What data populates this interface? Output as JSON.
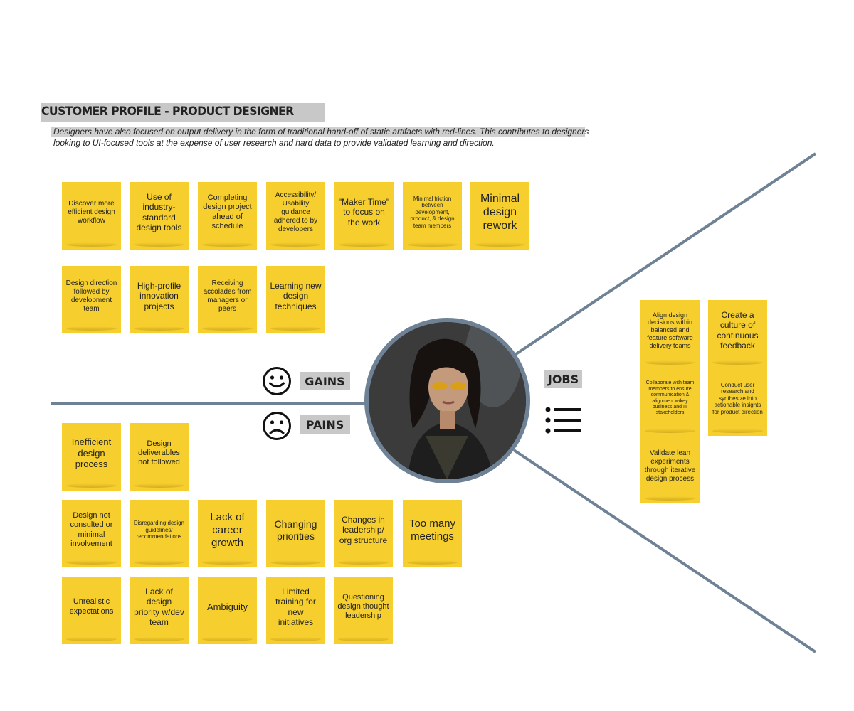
{
  "header": {
    "title": "CUSTOMER PROFILE - PRODUCT DESIGNER",
    "description": "Designers have also focused on output delivery in the form of traditional hand-off of static artifacts with red-lines. This contributes to designers looking to UI-focused tools at the expense of user research and hard data to provide validated learning and direction."
  },
  "labels": {
    "gains": "GAINS",
    "pains": "PAINS",
    "jobs": "JOBS"
  },
  "icons": {
    "gains": "smiley-face-icon",
    "pains": "frown-face-icon",
    "jobs": "bulleted-list-icon"
  },
  "colors": {
    "note": "#f6cf2e",
    "connector": "#6f8295",
    "label_bg": "#c8c8c8"
  },
  "gains": [
    "Discover more efficient design workflow",
    "Use of industry-standard design tools",
    "Completing design project ahead of schedule",
    "Accessibility/ Usability guidance adhered to by developers",
    "\"Maker Time\" to focus on the work",
    "Minimal friction between development, product, & design team members",
    "Minimal design rework",
    "Design direction followed by development team",
    "High-profile innovation projects",
    "Receiving accolades from managers or peers",
    "Learning new design techniques"
  ],
  "pains": [
    "Inefficient design process",
    "Design deliverables not followed",
    "Design not consulted or minimal involvement",
    "Disregarding design guidelines/ recommendations",
    "Lack of career growth",
    "Changing priorities",
    "Changes in leadership/ org structure",
    "Too many meetings",
    "Unrealistic expectations",
    "Lack of design priority w/dev team",
    "Ambiguity",
    "Limited training for new initiatives",
    "Questioning design thought leadership"
  ],
  "jobs": [
    "Align design decisions within balanced and feature software delivery teams",
    "Create a culture of continuous feedback",
    "Collaborate with team members to ensure communication & alignment w/key business and IT stakeholders",
    "Conduct user research and synthesize into actionable insights for product direction",
    "Validate lean experiments through iterative design process"
  ]
}
